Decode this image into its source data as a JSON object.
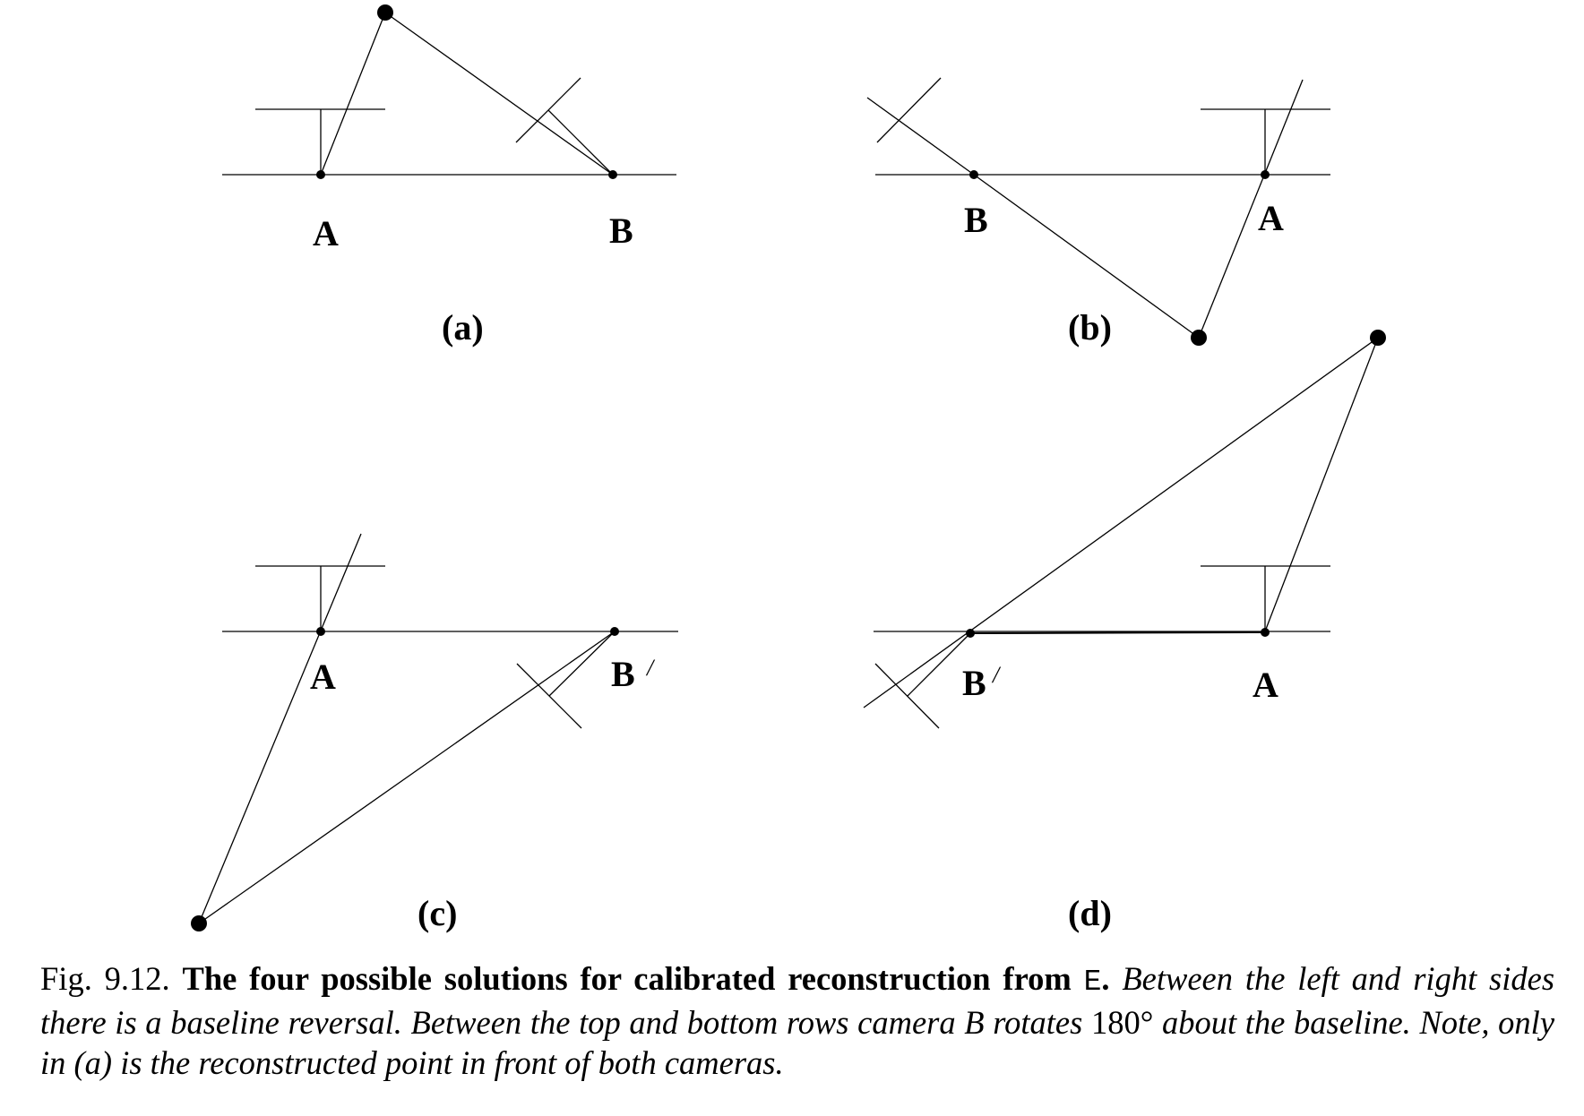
{
  "panels": [
    {
      "id": "a",
      "label": "(a)",
      "cam_left": "A",
      "cam_right": "B"
    },
    {
      "id": "b",
      "label": "(b)",
      "cam_left": "B",
      "cam_right": "A"
    },
    {
      "id": "c",
      "label": "(c)",
      "cam_left": "A",
      "cam_right": "B",
      "cam_right_prime": "/"
    },
    {
      "id": "d",
      "label": "(d)",
      "cam_left": "B",
      "cam_left_prime": "/",
      "cam_right": "A"
    }
  ],
  "caption": {
    "number": "Fig. 9.12.",
    "title_bold": "The four possible solutions for calibrated reconstruction from",
    "title_symbol": "E",
    "title_end": ".",
    "body_1": "Between the left and right sides there is a baseline reversal. Between the top and bottom rows camera B rotates",
    "angle": "180°",
    "body_2": "about the baseline. Note, only in (a) is the reconstructed point in front of both cameras."
  }
}
